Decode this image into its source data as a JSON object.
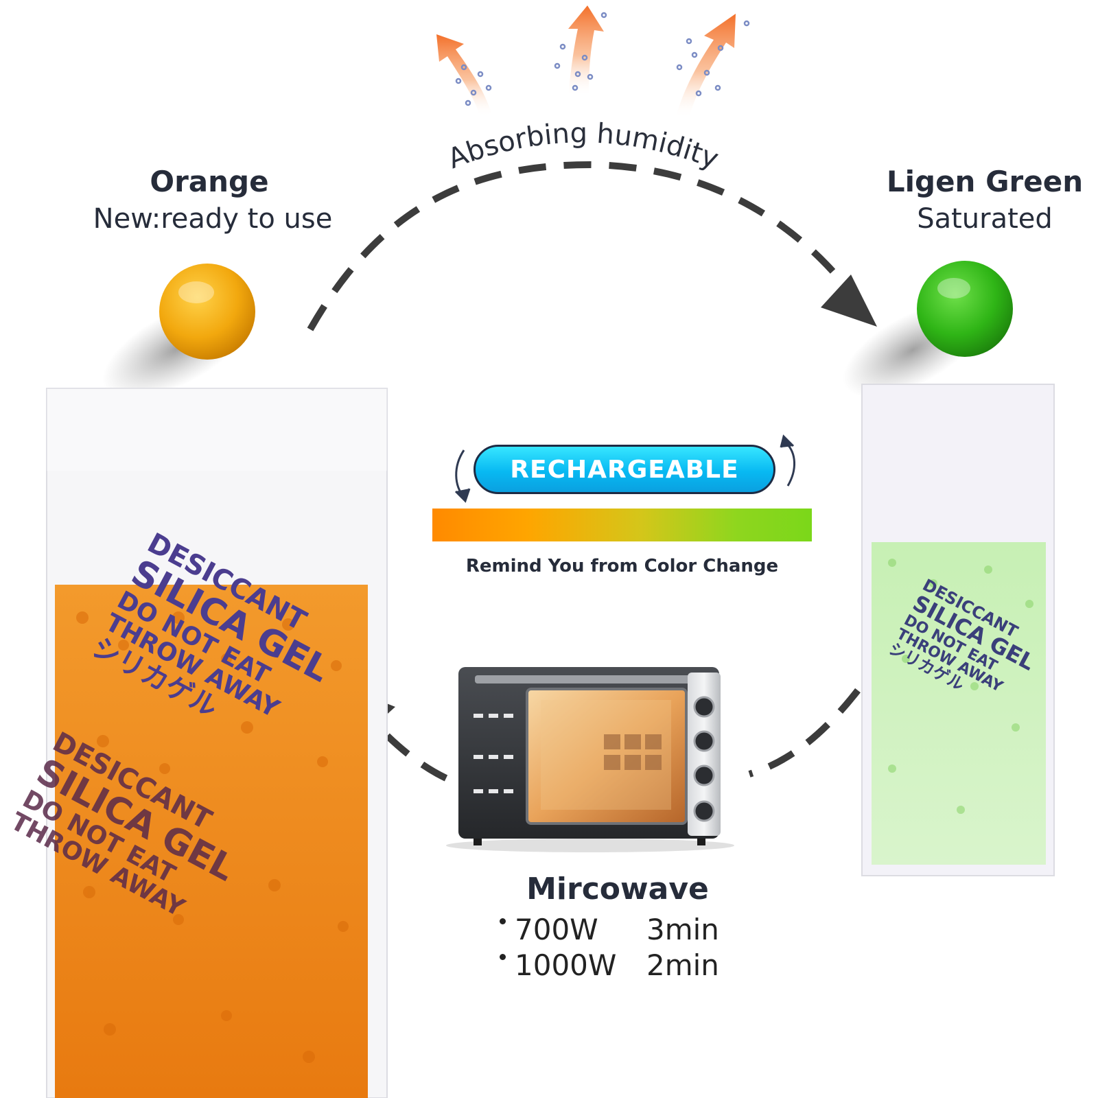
{
  "top_caption": "Absorbing humidity",
  "left_state": {
    "title": "Orange",
    "subtitle": "New:ready to use"
  },
  "right_state": {
    "title": "Ligen Green",
    "subtitle": "Saturated"
  },
  "center": {
    "badge": "RECHARGEABLE",
    "caption": "Remind You from Color Change"
  },
  "microwave": {
    "title": "Mircowave",
    "settings": [
      {
        "power": "700W",
        "time": "3min"
      },
      {
        "power": "1000W",
        "time": "2min"
      }
    ]
  },
  "packet_print": {
    "line1": "DESICCANT",
    "line2": "SILICA GEL",
    "line3": "DO NOT EAT",
    "line4": "THROW AWAY",
    "line5": "シリカゲル"
  },
  "colors": {
    "orange_bead": "#f2a80e",
    "green_bead": "#2fb516",
    "arrow": "#3c3c3c",
    "rise_arrow": "#f58a3c",
    "badge": "#13c6f7"
  },
  "icons": [
    "rising-arrow-icon",
    "cycle-arrow-icon",
    "microwave-oven-icon"
  ]
}
